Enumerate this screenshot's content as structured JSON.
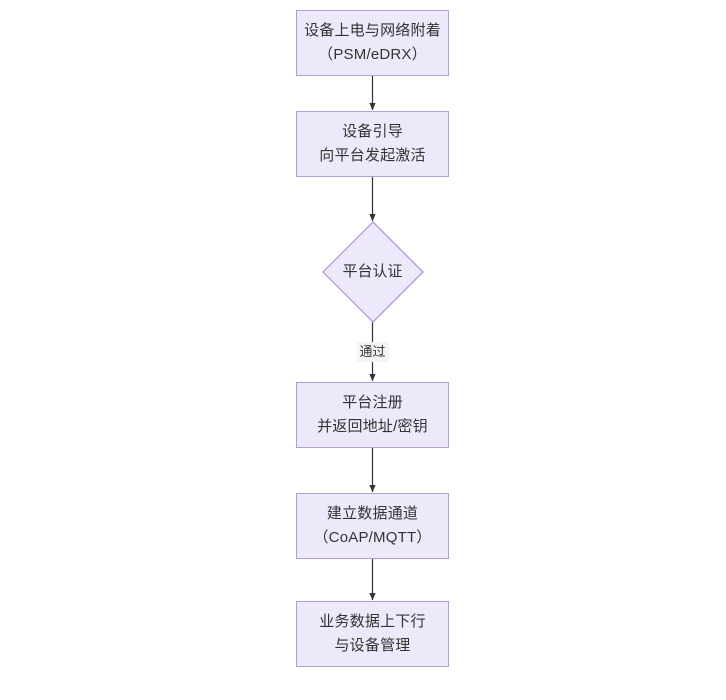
{
  "diagram": {
    "type": "flowchart",
    "orientation": "top-to-bottom",
    "background_color": "#ffffff",
    "node_fill_color": "#ede9fb",
    "node_border_color": "#b39ddb",
    "node_text_color": "#333333",
    "edge_color": "#333333",
    "nodes": [
      {
        "id": "n1",
        "shape": "rectangle",
        "lines": [
          "设备上电与网络附着",
          "（PSM/eDRX）"
        ]
      },
      {
        "id": "n2",
        "shape": "rectangle",
        "lines": [
          "设备引导",
          "向平台发起激活"
        ]
      },
      {
        "id": "n3",
        "shape": "diamond",
        "lines": [
          "平台认证"
        ]
      },
      {
        "id": "n4",
        "shape": "rectangle",
        "lines": [
          "平台注册",
          "并返回地址/密钥"
        ]
      },
      {
        "id": "n5",
        "shape": "rectangle",
        "lines": [
          "建立数据通道",
          "（CoAP/MQTT）"
        ]
      },
      {
        "id": "n6",
        "shape": "rectangle",
        "lines": [
          "业务数据上下行",
          "与设备管理"
        ]
      }
    ],
    "edges": [
      {
        "id": "e1",
        "from": "n1",
        "to": "n2",
        "label": ""
      },
      {
        "id": "e2",
        "from": "n2",
        "to": "n3",
        "label": ""
      },
      {
        "id": "e3",
        "from": "n3",
        "to": "n4",
        "label": "通过"
      },
      {
        "id": "e4",
        "from": "n4",
        "to": "n5",
        "label": ""
      },
      {
        "id": "e5",
        "from": "n5",
        "to": "n6",
        "label": ""
      }
    ]
  }
}
